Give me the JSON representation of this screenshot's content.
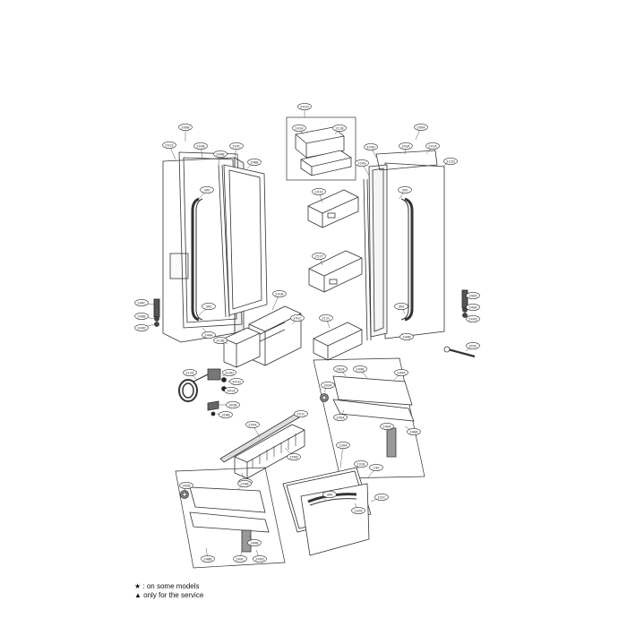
{
  "callouts": [
    {
      "id": "door-left-top",
      "label": "200B"
    },
    {
      "id": "door-left-1",
      "label": "201S"
    },
    {
      "id": "door-left-2",
      "label": "203B"
    },
    {
      "id": "door-left-3",
      "label": "203C"
    },
    {
      "id": "door-left-4",
      "label": "204B"
    },
    {
      "id": "door-left-5",
      "label": "206B"
    },
    {
      "id": "door-left-6",
      "label": "300"
    },
    {
      "id": "door-left-7",
      "label": "300"
    },
    {
      "id": "door-left-8",
      "label": "244A"
    },
    {
      "id": "door-left-9",
      "label": "213B"
    },
    {
      "id": "basket-top",
      "label": "241D"
    },
    {
      "id": "basket-top-a",
      "label": "241A"
    },
    {
      "id": "basket-top-b",
      "label": "211B"
    },
    {
      "id": "basket-mid-1",
      "label": "241S"
    },
    {
      "id": "basket-mid-2",
      "label": "251T"
    },
    {
      "id": "basket-mid-3",
      "label": "241B"
    },
    {
      "id": "basket-mid-4",
      "label": "241C"
    },
    {
      "id": "basket-mid-5",
      "label": "212C"
    },
    {
      "id": "door-right-top",
      "label": "200A"
    },
    {
      "id": "door-right-1",
      "label": "203D"
    },
    {
      "id": "door-right-2",
      "label": "203A"
    },
    {
      "id": "door-right-3",
      "label": "201A"
    },
    {
      "id": "door-right-4",
      "label": "212D"
    },
    {
      "id": "door-right-5",
      "label": "224S"
    },
    {
      "id": "door-right-6",
      "label": "300"
    },
    {
      "id": "door-right-7",
      "label": "300"
    },
    {
      "id": "door-right-8",
      "label": "244B"
    },
    {
      "id": "hinge-left-1",
      "label": "240C"
    },
    {
      "id": "hinge-left-2",
      "label": "240B"
    },
    {
      "id": "hinge-left-3",
      "label": "240D"
    },
    {
      "id": "hinge-right-1",
      "label": "240A"
    },
    {
      "id": "hinge-right-2",
      "label": "249A"
    },
    {
      "id": "hinge-right-3",
      "label": "240D"
    },
    {
      "id": "tool",
      "label": "303C"
    },
    {
      "id": "wire-1",
      "label": "212A"
    },
    {
      "id": "wire-2",
      "label": "310D"
    },
    {
      "id": "wire-3",
      "label": "301D"
    },
    {
      "id": "wire-4",
      "label": "301A"
    },
    {
      "id": "wire-5",
      "label": "303B"
    },
    {
      "id": "wire-6",
      "label": "316B"
    },
    {
      "id": "rail-1",
      "label": "250A"
    },
    {
      "id": "rail-2",
      "label": "251C"
    },
    {
      "id": "rail-3",
      "label": "250B"
    },
    {
      "id": "rail-4",
      "label": "303B"
    },
    {
      "id": "drawer-r-1",
      "label": "249B"
    },
    {
      "id": "drawer-r-2",
      "label": "249A"
    },
    {
      "id": "drawer-r-3",
      "label": "262A"
    },
    {
      "id": "drawer-r-4",
      "label": "303A"
    },
    {
      "id": "drawer-r-5",
      "label": "245A"
    },
    {
      "id": "drawer-r-6",
      "label": "240A"
    },
    {
      "id": "drawer-r-7",
      "label": "248A"
    },
    {
      "id": "freezer-1",
      "label": "230A"
    },
    {
      "id": "freezer-2",
      "label": "231B"
    },
    {
      "id": "freezer-3",
      "label": "230"
    },
    {
      "id": "freezer-4",
      "label": "231C"
    },
    {
      "id": "freezer-5",
      "label": "300"
    },
    {
      "id": "freezer-6",
      "label": "232A"
    },
    {
      "id": "drawer-l-1",
      "label": "250B"
    },
    {
      "id": "drawer-l-2",
      "label": "262B"
    },
    {
      "id": "drawer-l-3",
      "label": "249B"
    },
    {
      "id": "drawer-l-4",
      "label": "249C"
    },
    {
      "id": "drawer-l-5",
      "label": "249D"
    },
    {
      "id": "drawer-l-6",
      "label": "248B"
    }
  ],
  "legend": {
    "line1": "★ : on some models",
    "line2": "▲ only for the service"
  }
}
